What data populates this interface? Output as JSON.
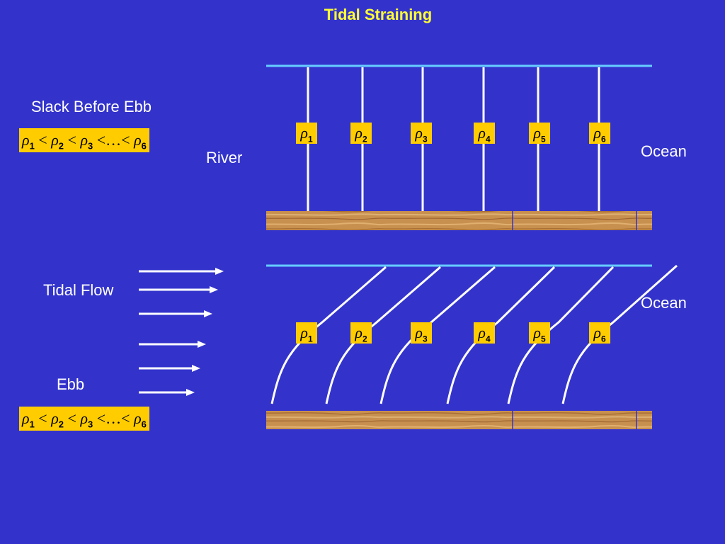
{
  "title": "Tidal Straining",
  "colors": {
    "background": "#3333cc",
    "surface_line": "#66ccff",
    "label_box": "#ffcc00",
    "title": "#ffff33",
    "bed": "#c8904f"
  },
  "panel_top": {
    "heading": "Slack Before Ebb",
    "inequality": "ρ1 < ρ2 < ρ3 < … < ρ6",
    "river_label": "River",
    "ocean_label": "Ocean",
    "rho_labels": [
      "1",
      "2",
      "3",
      "4",
      "5",
      "6"
    ]
  },
  "panel_bottom": {
    "flow_label": "Tidal Flow",
    "phase_label": "Ebb",
    "inequality": "ρ1 < ρ2 < ρ3 < … < ρ6",
    "ocean_label": "Ocean",
    "rho_labels": [
      "1",
      "2",
      "3",
      "4",
      "5",
      "6"
    ]
  },
  "rho_symbol": "ρ",
  "inequality_parts": {
    "less_than": "<",
    "ellipsis": "…"
  }
}
